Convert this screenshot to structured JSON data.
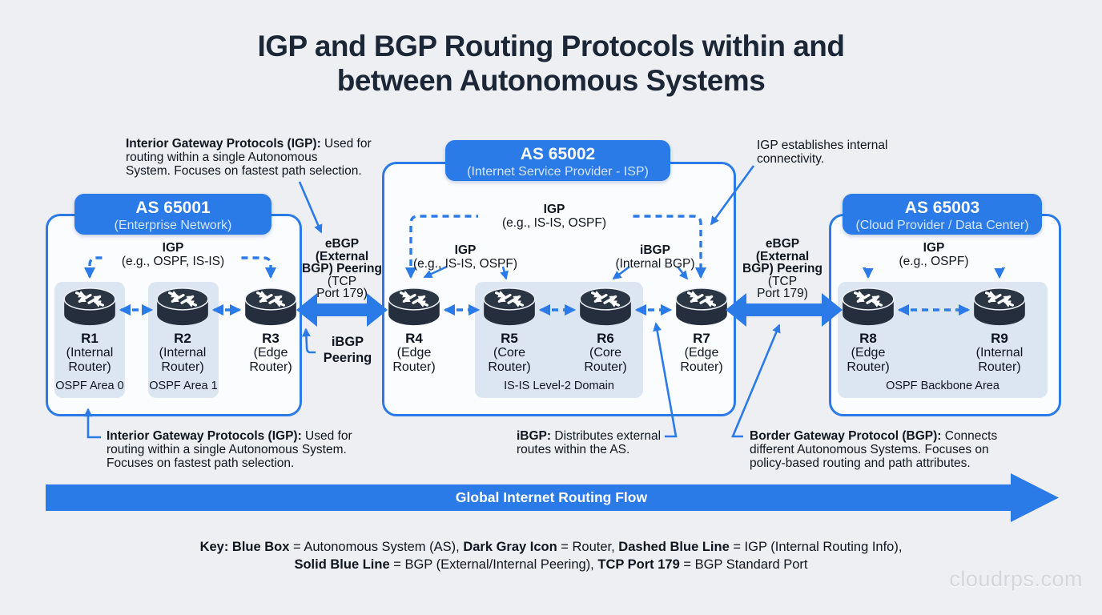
{
  "title": {
    "line1": "IGP and BGP Routing Protocols within and",
    "line2": "between Autonomous Systems"
  },
  "as_systems": [
    {
      "name": "AS 65001",
      "subtitle": "(Enterprise Network)",
      "igp_label": "IGP",
      "igp_sub": "(e.g., OSPF, IS-IS)"
    },
    {
      "name": "AS 65002",
      "subtitle": "(Internet Service Provider - ISP)",
      "igp_label": "IGP",
      "igp_sub": "(e.g., IS-IS, OSPF)",
      "igp_inner_label": "IGP",
      "igp_inner_sub": "(e.g., IS-IS, OSPF)",
      "ibgp_label": "iBGP",
      "ibgp_sub": "(Internal BGP)"
    },
    {
      "name": "AS 65003",
      "subtitle": "(Cloud Provider / Data Center)",
      "igp_label": "IGP",
      "igp_sub": "(e.g., OSPF)"
    }
  ],
  "domains": [
    {
      "label": "OSPF Area 0"
    },
    {
      "label": "OSPF Area 1"
    },
    {
      "label": "IS-IS Level-2 Domain"
    },
    {
      "label": "OSPF Backbone Area"
    }
  ],
  "routers": [
    {
      "name": "R1",
      "role1": "(Internal",
      "role2": "Router)"
    },
    {
      "name": "R2",
      "role1": "(Internal",
      "role2": "Router)"
    },
    {
      "name": "R3",
      "role1": "(Edge",
      "role2": "Router)"
    },
    {
      "name": "R4",
      "role1": "(Edge",
      "role2": "Router)"
    },
    {
      "name": "R5",
      "role1": "(Core",
      "role2": "Router)"
    },
    {
      "name": "R6",
      "role1": "(Core",
      "role2": "Router)"
    },
    {
      "name": "R7",
      "role1": "(Edge",
      "role2": "Router)"
    },
    {
      "name": "R8",
      "role1": "(Edge",
      "role2": "Router)"
    },
    {
      "name": "R9",
      "role1": "(Internal",
      "role2": "Router)"
    }
  ],
  "peering": {
    "ebgp_left": [
      "eBGP",
      "(External",
      "BGP) Peering",
      "(TCP",
      "Port 179)"
    ],
    "ebgp_right": [
      "eBGP",
      "(External",
      "BGP) Peering",
      "(TCP",
      "Port 179)"
    ],
    "ibgp_peering": [
      "iBGP",
      "Peering"
    ]
  },
  "annotations": {
    "igp_top": {
      "bold": "Interior Gateway Protocols (IGP):",
      "rest1": " Used for",
      "line2": "routing within a single Autonomous",
      "line3": "System. Focuses on fastest path selection."
    },
    "igp_establishes": {
      "line1": "IGP establishes internal",
      "line2": "connectivity."
    },
    "igp_bottom": {
      "bold": "Interior Gateway Protocols (IGP):",
      "rest1": " Used for",
      "line2": "routing within a single Autonomous System.",
      "line3": "Focuses on fastest path selection."
    },
    "ibgp_bottom": {
      "bold": "iBGP:",
      "rest1": " Distributes external",
      "line2": "routes within the AS."
    },
    "bgp_bottom": {
      "bold": "Border Gateway Protocol (BGP):",
      "rest1": " Connects",
      "line2": "different Autonomous Systems. Focuses on",
      "line3": "policy-based routing and path attributes."
    }
  },
  "banner": {
    "label": "Global Internet Routing Flow"
  },
  "key": {
    "line1": [
      {
        "t": "Key: Blue Box",
        "b": 1
      },
      {
        "t": " = Autonomous System (AS), ",
        "b": 0
      },
      {
        "t": "Dark Gray Icon",
        "b": 1
      },
      {
        "t": " = Router, ",
        "b": 0
      },
      {
        "t": "Dashed Blue Line",
        "b": 1
      },
      {
        "t": " = IGP (Internal Routing Info),",
        "b": 0
      }
    ],
    "line2": [
      {
        "t": "Solid Blue Line",
        "b": 1
      },
      {
        "t": " = BGP (External/Internal Peering), ",
        "b": 0
      },
      {
        "t": "TCP Port 179",
        "b": 1
      },
      {
        "t": " = BGP Standard Port",
        "b": 0
      }
    ]
  },
  "watermark": "cloudrps.com",
  "colors": {
    "accent_blue": "#2a7be8",
    "dark_navy_text": "#1b2737",
    "router_body": "#242e3c",
    "as_box_fill": "#fbfcfe",
    "domain_box_fill": "#dce5f2",
    "background": "#edeff2"
  }
}
